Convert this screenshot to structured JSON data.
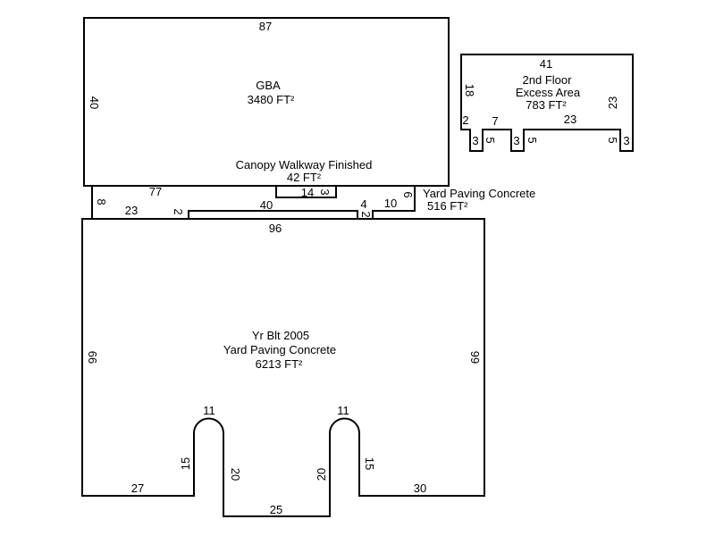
{
  "areas": {
    "gba": {
      "name": "GBA",
      "area": "3480 FT²"
    },
    "second_floor": {
      "line1": "2nd Floor",
      "line2": "Excess Area",
      "area": "783 FT²"
    },
    "canopy": {
      "name": "Canopy Walkway Finished",
      "area": "42 FT²"
    },
    "yard_strip": {
      "name": "Yard Paving Concrete",
      "area": "516 FT²"
    },
    "yard_main": {
      "line1": "Yr Blt 2005",
      "line2": "Yard Paving Concrete",
      "area": "6213 FT²"
    }
  },
  "dims": {
    "gba_top": "87",
    "gba_left": "40",
    "sf_top": "41",
    "sf_left": "18",
    "sf_right": "23",
    "sf_2": "2",
    "sf_7": "7",
    "sf_23": "23",
    "sf_3a": "3",
    "sf_5a": "5",
    "sf_3b": "3",
    "sf_5b": "5",
    "sf_5c": "5",
    "sf_3c": "3",
    "canopy_w": "14",
    "canopy_h": "3",
    "strip_77": "77",
    "strip_8": "8",
    "strip_23": "23",
    "strip_2a": "2",
    "strip_40": "40",
    "strip_4": "4",
    "strip_2b": "2",
    "strip_10": "10",
    "strip_6": "6",
    "main_top": "96",
    "main_left": "66",
    "main_right": "66",
    "arch1_top": "11",
    "arch1_left": "15",
    "arch1_right": "20",
    "arch2_top": "11",
    "arch2_left": "20",
    "arch2_right": "15",
    "bottom_left": "27",
    "bottom_mid": "25",
    "bottom_right": "30"
  }
}
